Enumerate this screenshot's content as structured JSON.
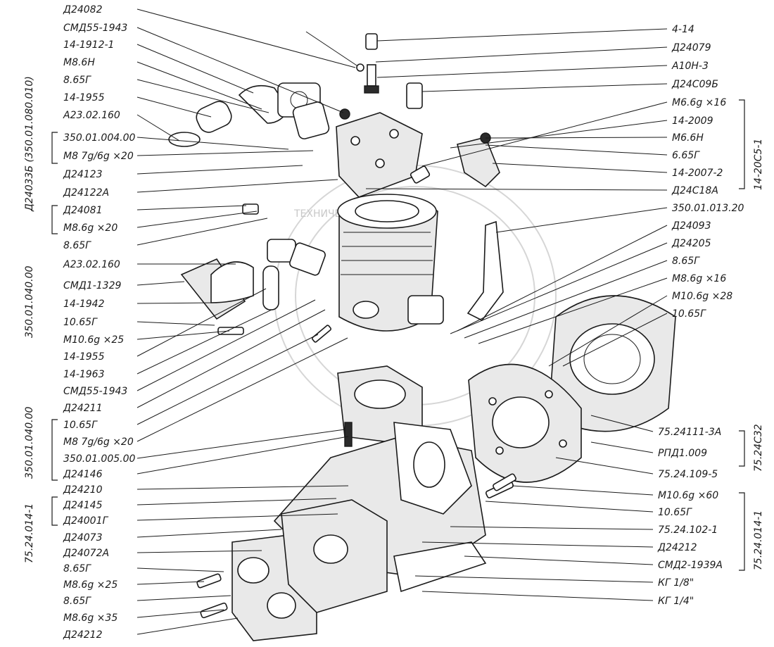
{
  "watermark": {
    "text": "ТЕХНИЧЕСКИЕ ЗАПЧАСТИ"
  },
  "left_labels": [
    "Д24082",
    "СМД55-1943",
    "14-1912-1",
    "М8.6Н",
    "8.65Г",
    "14-1955",
    "А23.02.160",
    "350.01.004.00",
    "М8 7g/6g ×20",
    "Д24123",
    "Д24122А",
    "Д24081",
    "М8.6g ×20",
    "8.65Г",
    "А23.02.160",
    "СМД1-1329",
    "14-1942",
    "10.65Г",
    "М10.6g ×25",
    "14-1955",
    "14-1963",
    "СМД55-1943",
    "Д24211",
    "10.65Г",
    "М8 7g/6g ×20",
    "350.01.005.00",
    "Д24146",
    "Д24210",
    "Д24145",
    "Д24001Г",
    "Д24073",
    "Д24072А",
    "8.65Г",
    "М8.6g ×25",
    "8.65Г",
    "М8.6g ×35",
    "Д24212"
  ],
  "right_labels": [
    "4-14",
    "Д24079",
    "А10Н-3",
    "Д24С09Б",
    "М6.6g ×16",
    "14-2009",
    "М6.6Н",
    "6.65Г",
    "14-2007-2",
    "Д24С18А",
    "350.01.013.20",
    "Д24093",
    "Д24205",
    "8.65Г",
    "М8.6g ×16",
    "М10.6g ×28",
    "10.65Г",
    "75.24111-3А",
    "РПД1.009",
    "75.24.109-5",
    "М10.6g ×60",
    "10.65Г",
    "75.24.102-1",
    "Д24212",
    "СМД2-1939А",
    "КГ 1/8\"",
    "КГ 1/4\""
  ],
  "group_labels": {
    "left_1": "Д24033Б (350.01.080.010)",
    "left_2": "350.01.040.00",
    "left_3": "350.01.040.00",
    "left_4": "75.24.014-1",
    "right_1": "14-20С5-1",
    "right_2": "75.24С32",
    "right_3": "75.24.014-1"
  }
}
